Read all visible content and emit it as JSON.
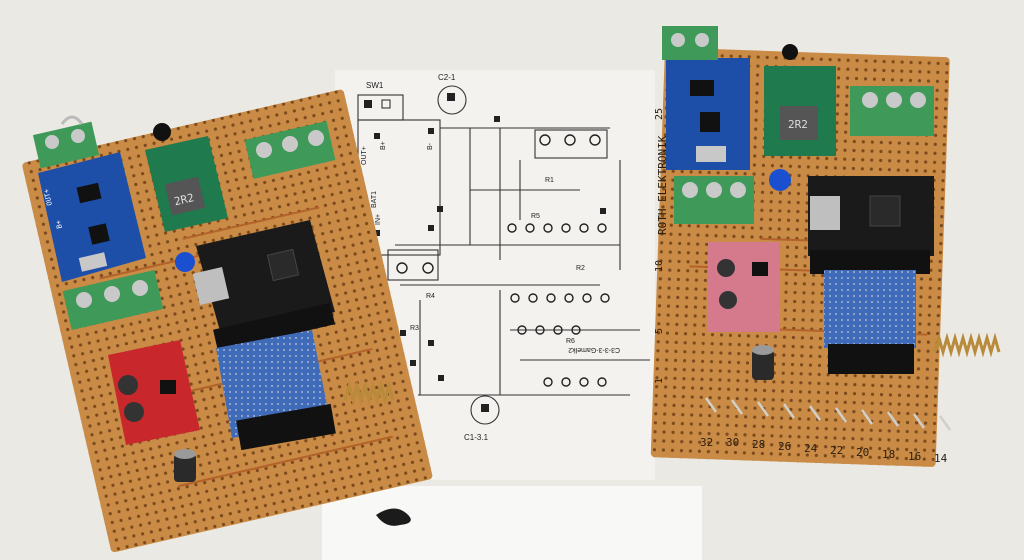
{
  "photo": {
    "background_color": "#ebe9e4",
    "board_color": "#c98b45",
    "hole_color": "#7a4a1e",
    "module_colors": {
      "charger": "#1e4fa8",
      "buck_converter": "#1f7a4e",
      "mcu": "#1a1a1a",
      "radio": "#3f6bb8",
      "gps": "#c8282c",
      "terminal": "#3f9a5a",
      "led": "#1a4fd0"
    }
  },
  "left_board": {
    "module_labels": {
      "charger_silk_1": "OUT+",
      "charger_silk_2": "B+",
      "buck_inductor": "2R2"
    }
  },
  "schematic": {
    "switch_label": "SW1",
    "battery_label": "BAT1",
    "cap_top": "C2-1",
    "cap_bottom": "C1-3.1",
    "pin_labels": [
      "OUT+",
      "B+",
      "B-",
      "IN+"
    ],
    "resistor_labels": [
      "R1",
      "R2",
      "R3",
      "R4",
      "R5",
      "R6"
    ],
    "right_module_label": "C3-3-3-Gamelk2"
  },
  "right_board": {
    "edge_text": "ROTH ELEKTRONIK",
    "column_labels": [
      "32",
      "30",
      "28",
      "26",
      "24",
      "22",
      "20",
      "18",
      "16",
      "14"
    ],
    "row_labels": [
      "25",
      "10",
      "5",
      "1"
    ],
    "buck_inductor": "2R2"
  }
}
